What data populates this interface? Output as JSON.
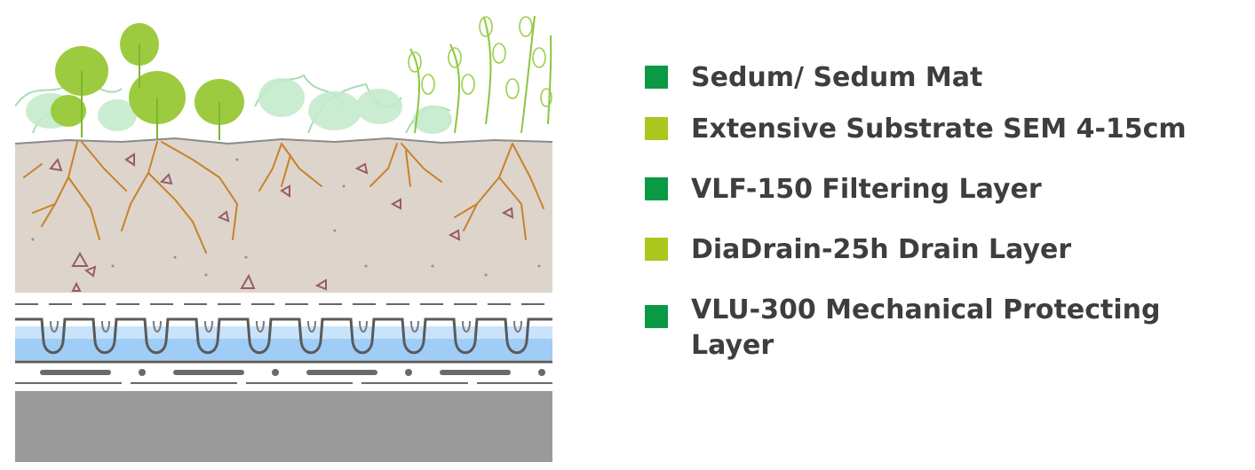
{
  "legend": {
    "items": [
      {
        "label": "Sedum/ Sedum Mat",
        "color": "#0a9a45"
      },
      {
        "label": "Extensive Substrate SEM 4-15cm",
        "color": "#a9c71c"
      },
      {
        "label": "VLF-150 Filtering Layer",
        "color": "#0a9a45"
      },
      {
        "label": "DiaDrain-25h Drain Layer",
        "color": "#a9c71c"
      },
      {
        "label": "VLU-300 Mechanical Protecting Layer",
        "color": "#0a9a45"
      }
    ]
  },
  "colors": {
    "soil": "#ddd4cc",
    "roots": "#c8822a",
    "water": "#9fcdf7",
    "base": "#9a9a9a",
    "plants_dark": "#8fc43a",
    "plants_light": "#bfe7c3"
  }
}
